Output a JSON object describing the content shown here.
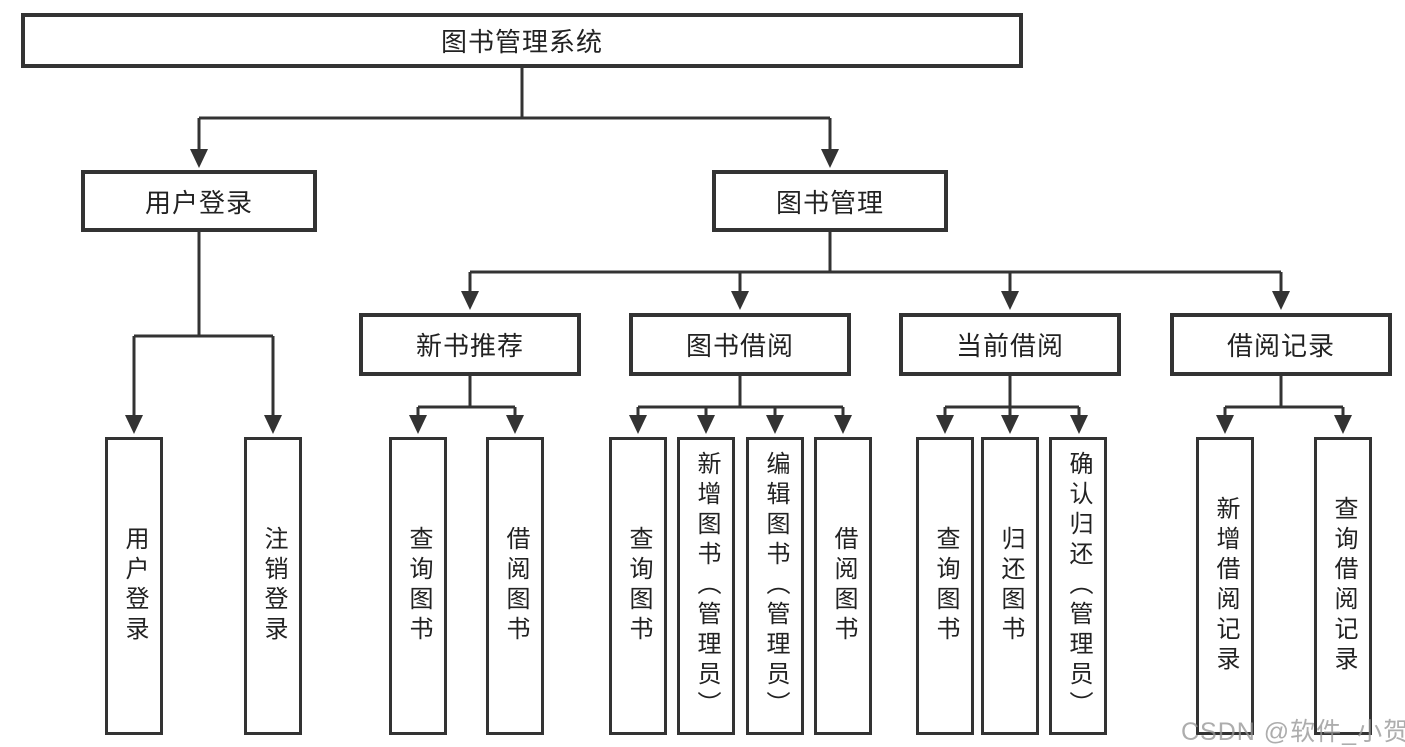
{
  "diagram": {
    "root": {
      "label": "图书管理系统"
    },
    "level2": [
      {
        "id": "user-login",
        "label": "用户登录"
      },
      {
        "id": "book-management",
        "label": "图书管理"
      }
    ],
    "level3": [
      {
        "id": "new-book-recommend",
        "label": "新书推荐",
        "parent": "图书管理"
      },
      {
        "id": "book-borrowing",
        "label": "图书借阅",
        "parent": "图书管理"
      },
      {
        "id": "current-borrowing",
        "label": "当前借阅",
        "parent": "图书管理"
      },
      {
        "id": "borrowing-records",
        "label": "借阅记录",
        "parent": "图书管理"
      }
    ],
    "leaves": [
      {
        "group": "用户登录",
        "label": "用户登录"
      },
      {
        "group": "用户登录",
        "label": "注销登录"
      },
      {
        "group": "新书推荐",
        "label": "查询图书"
      },
      {
        "group": "新书推荐",
        "label": "借阅图书"
      },
      {
        "group": "图书借阅",
        "label": "查询图书"
      },
      {
        "group": "图书借阅",
        "label": "新增图书（管理员）"
      },
      {
        "group": "图书借阅",
        "label": "编辑图书（管理员）"
      },
      {
        "group": "图书借阅",
        "label": "借阅图书"
      },
      {
        "group": "当前借阅",
        "label": "查询图书"
      },
      {
        "group": "当前借阅",
        "label": "归还图书"
      },
      {
        "group": "当前借阅",
        "label": "确认归还（管理员）"
      },
      {
        "group": "借阅记录",
        "label": "新增借阅记录"
      },
      {
        "group": "借阅记录",
        "label": "查询借阅记录"
      }
    ]
  },
  "colors": {
    "line": "#333333",
    "text": "#222222",
    "background": "#ffffff",
    "watermark": "#969696"
  },
  "watermark": {
    "text": "CSDN @软件_小贺同学"
  }
}
